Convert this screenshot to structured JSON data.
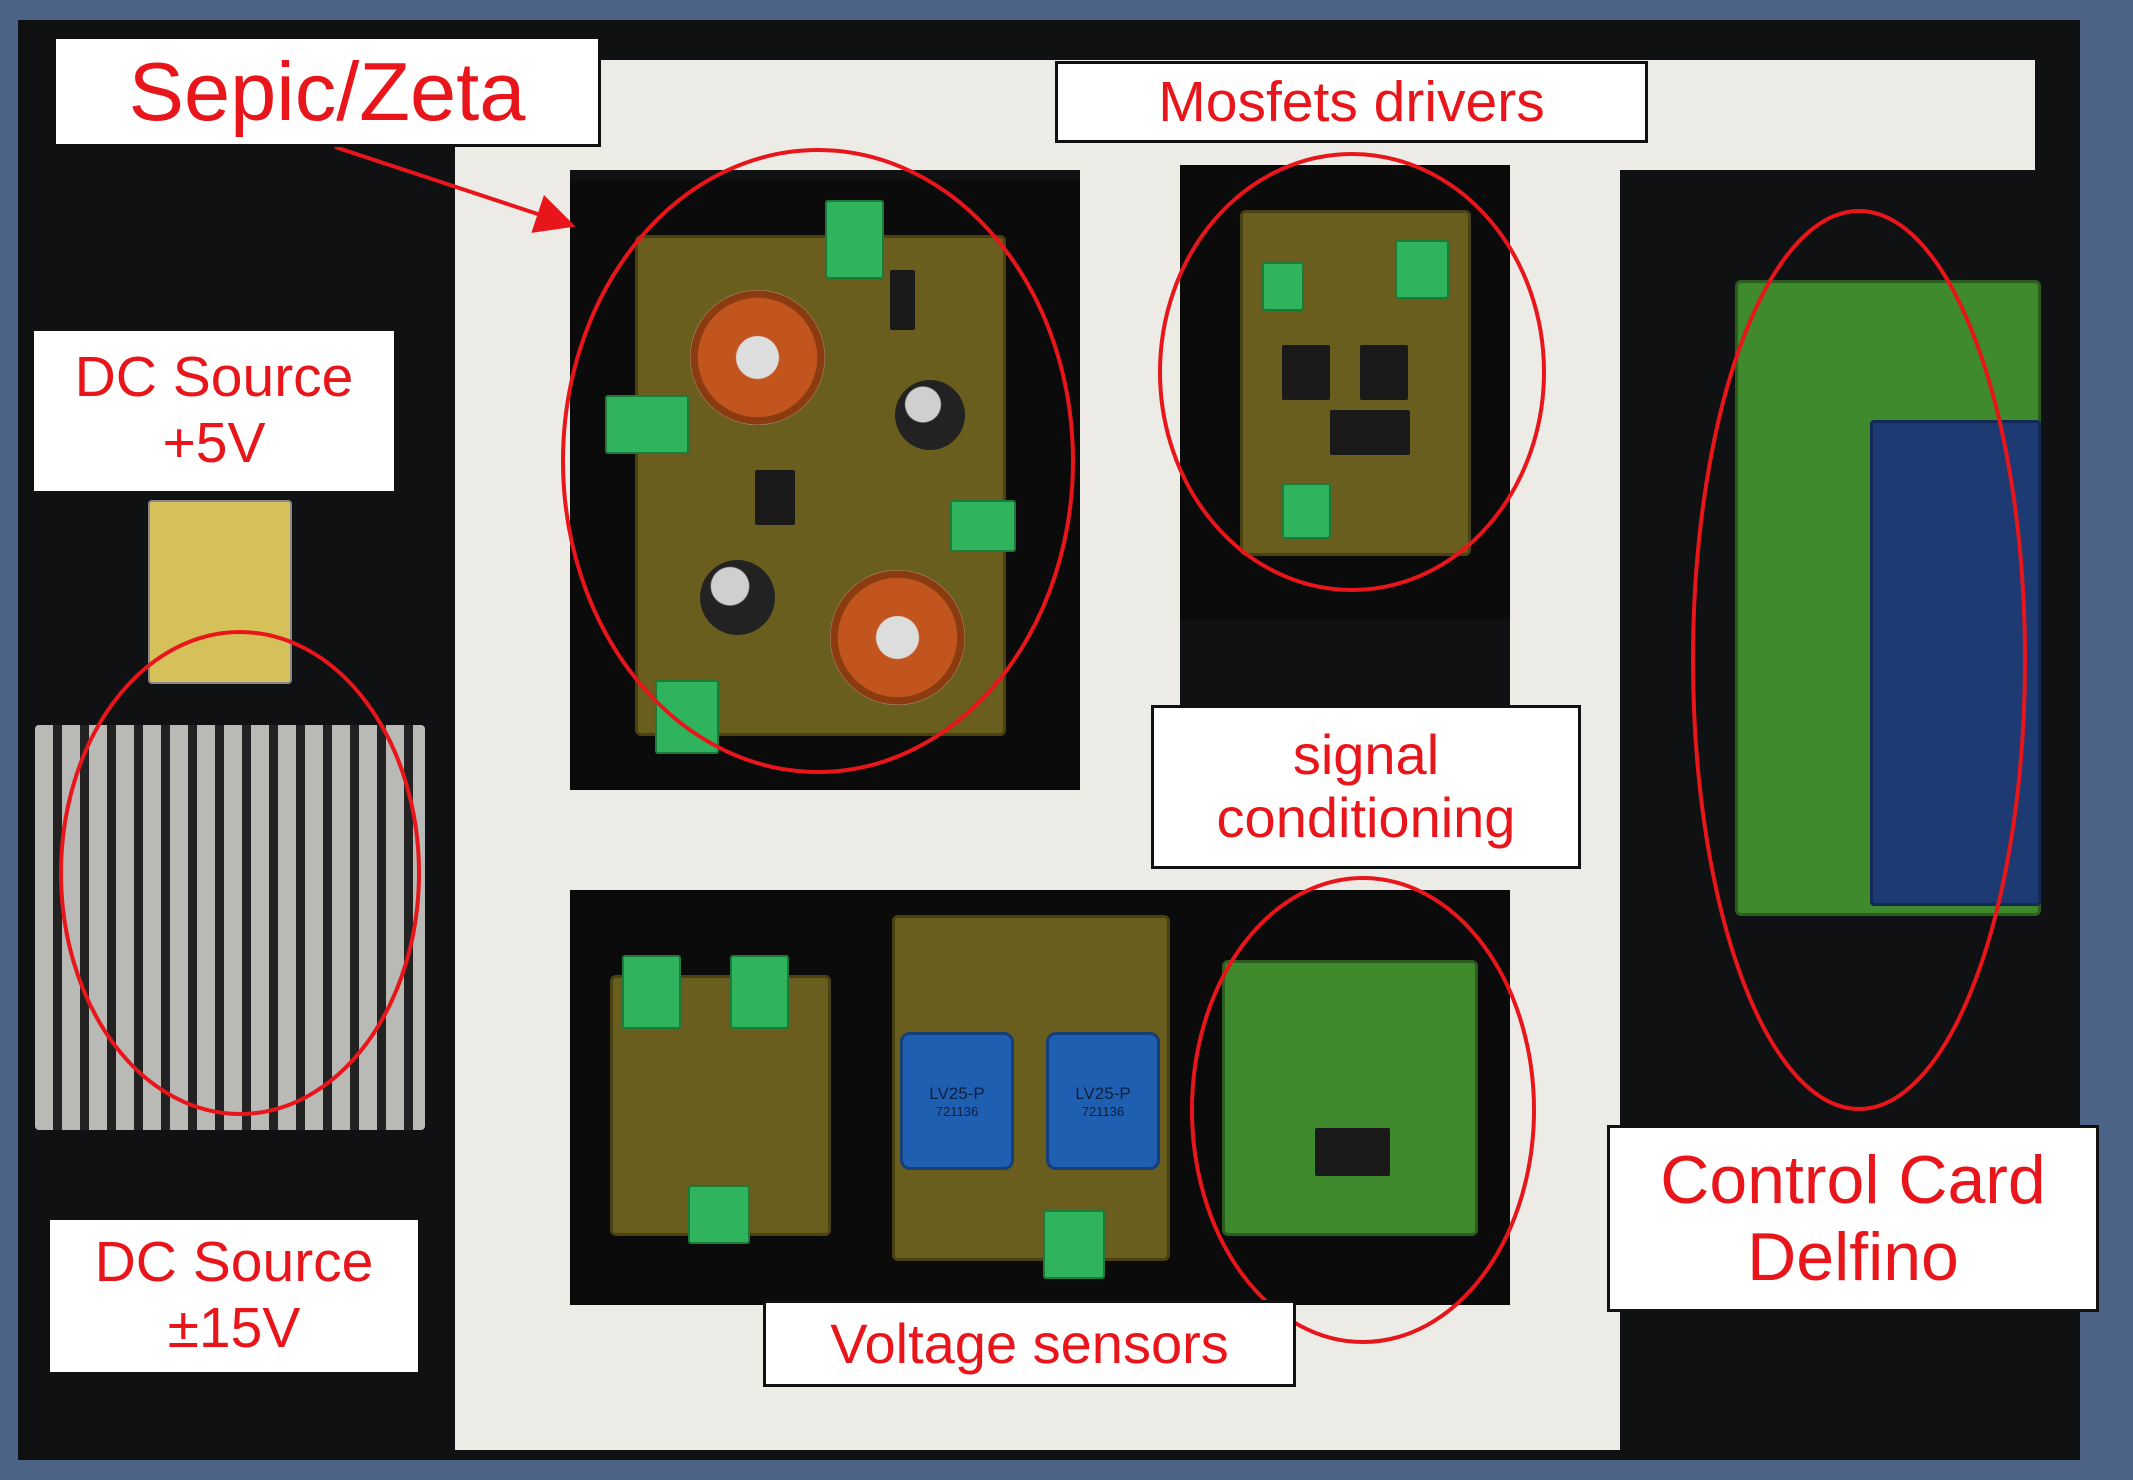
{
  "annotation_color": "#e8151b",
  "labels": {
    "sepic_zeta": "Sepic/Zeta",
    "mosfets_drivers": "Mosfets drivers",
    "dc_source_5v": {
      "line1": "DC Source",
      "line2": "+5V"
    },
    "signal_conditioning": {
      "line1": "signal",
      "line2": "conditioning"
    },
    "dc_source_15v": {
      "line1": "DC Source",
      "line2": "±15V"
    },
    "voltage_sensors": "Voltage sensors",
    "control_card": {
      "line1": "Control Card",
      "line2": "Delfino"
    }
  },
  "component_markings": {
    "sensor_1": "LV25-P",
    "sensor_1_code": "721136",
    "sensor_2": "LV25-P",
    "sensor_2_code": "721136"
  }
}
